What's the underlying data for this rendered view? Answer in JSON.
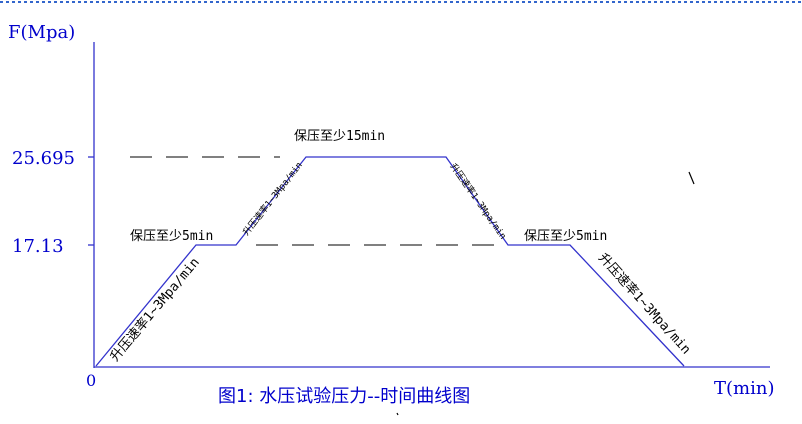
{
  "axes": {
    "y_label": "F(Mpa)",
    "x_label": "T(min)",
    "origin_label": "0",
    "y_tick_high": "25.695",
    "y_tick_low": "17.13"
  },
  "segments": {
    "ramp_up_1": "升压速率1~3Mpa/min",
    "hold_low_1": "保压至少5min",
    "ramp_up_2": "升压速率1~3Mpa/min",
    "hold_high": "保压至少15min",
    "ramp_down_1": "升压速率1~3Mpa/min",
    "hold_low_2": "保压至少5min",
    "ramp_down_2": "升压速率1~3Mpa/min"
  },
  "caption": "图1: 水压试验压力--时间曲线图",
  "colors": {
    "axis": "#3333cc",
    "label_text": "#0000cc",
    "dashed_reference": "#000000",
    "top_border": "#3366cc"
  }
}
